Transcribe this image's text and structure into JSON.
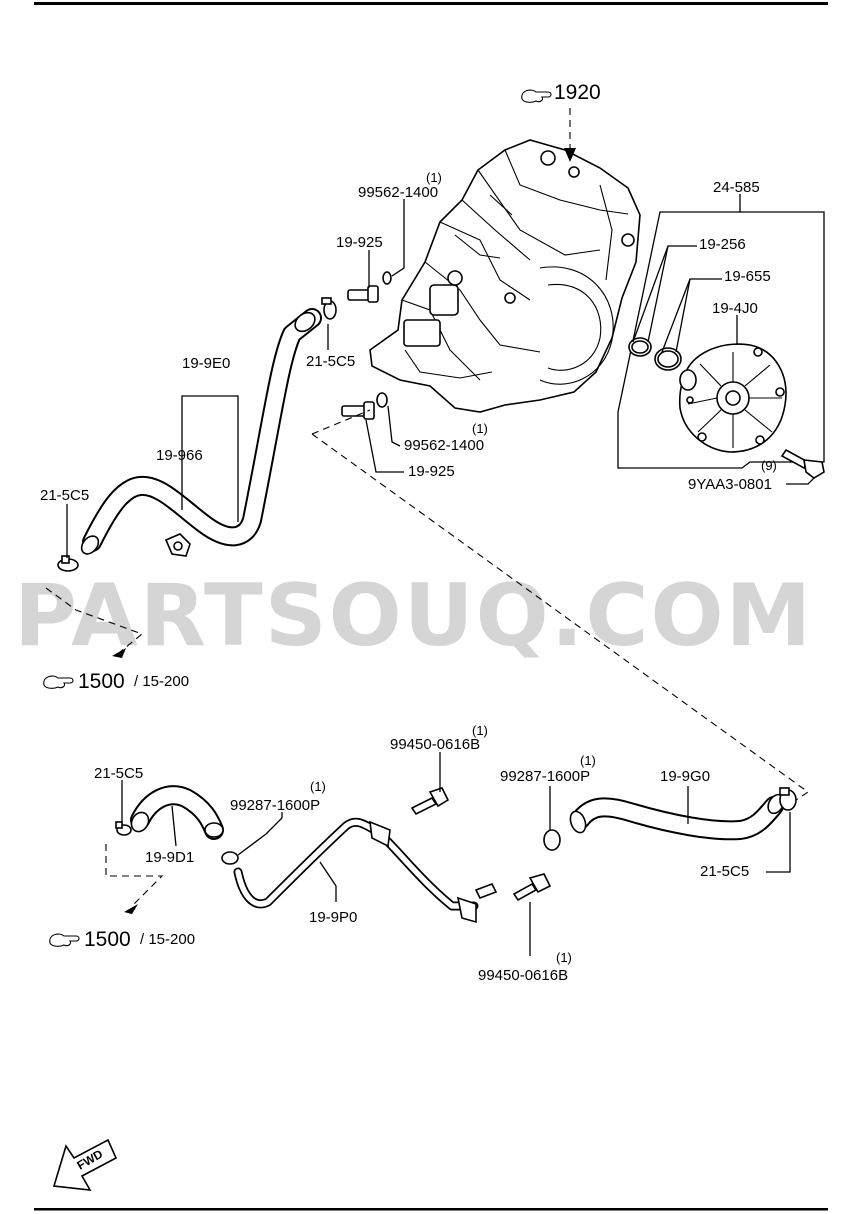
{
  "labels": {
    "ref_1920": "1920",
    "ref_1500_a": "1500",
    "ref_1500_a_sub": "/ 15-200",
    "ref_1500_b": "1500",
    "ref_1500_b_sub": "/ 15-200",
    "p_24_585": "24-585",
    "p_19_256": "19-256",
    "p_19_655": "19-655",
    "p_19_4j0": "19-4J0",
    "p_9yaa3": "9YAA3-0801",
    "q_9yaa3": "(9)",
    "p_99562_top": "99562-1400",
    "q_99562_top": "(1)",
    "p_19_925_top": "19-925",
    "p_21_5c5_top": "21-5C5",
    "p_19_9e0": "19-9E0",
    "p_99562_bot": "99562-1400",
    "q_99562_bot": "(1)",
    "p_19_925_bot": "19-925",
    "p_19_966": "19-966",
    "p_21_5c5_left": "21-5C5",
    "p_99450_top": "99450-0616B",
    "q_99450_top": "(1)",
    "p_99287_right": "99287-1600P",
    "q_99287_right": "(1)",
    "p_19_9g0": "19-9G0",
    "p_21_5c5_lower_left": "21-5C5",
    "p_99287_left": "99287-1600P",
    "q_99287_left": "(1)",
    "p_19_9d1": "19-9D1",
    "p_19_9p0": "19-9P0",
    "p_21_5c5_right": "21-5C5",
    "p_99450_bot": "99450-0616B",
    "q_99450_bot": "(1)",
    "fwd": "FWD"
  },
  "watermark": "PARTSOUQ.COM",
  "icons": [
    "pointing-hand-icon",
    "fwd-arrow-icon"
  ]
}
